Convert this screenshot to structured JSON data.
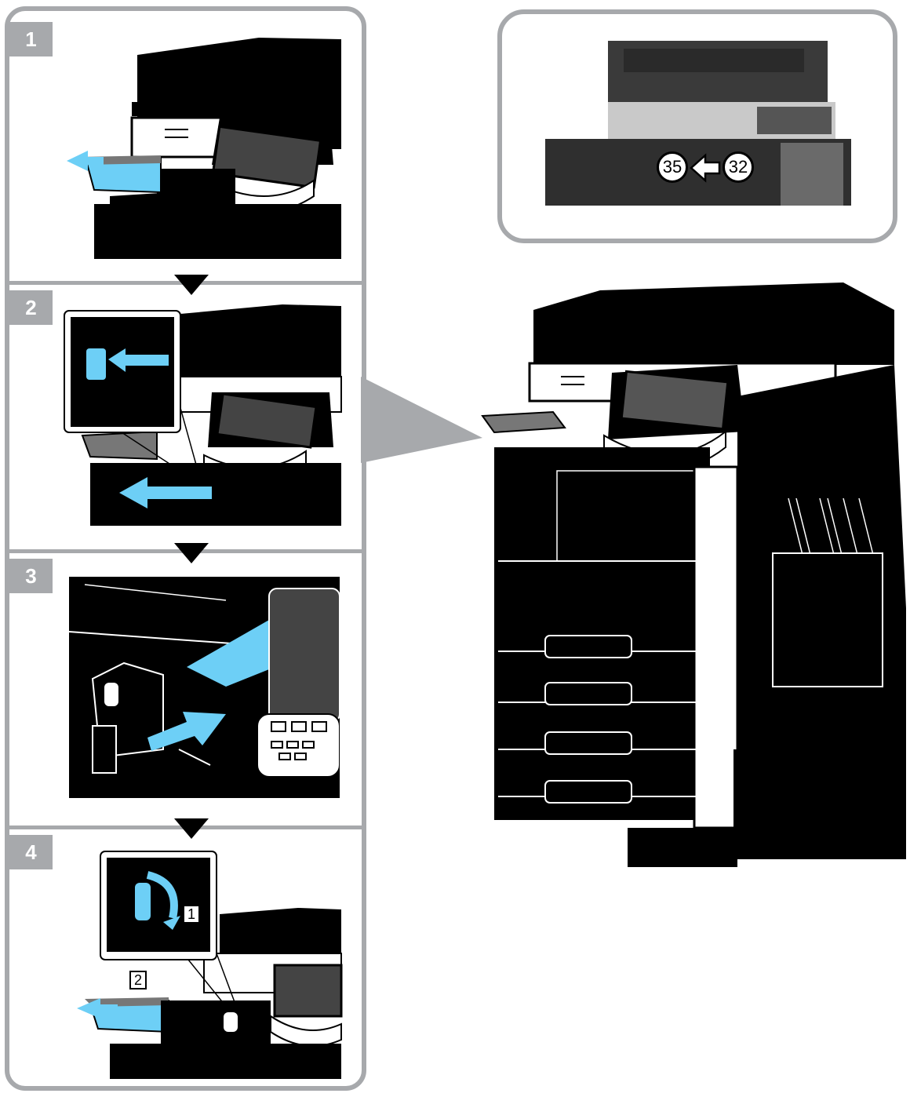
{
  "steps": [
    {
      "number": "1"
    },
    {
      "number": "2"
    },
    {
      "number": "3"
    },
    {
      "number": "4"
    }
  ],
  "reference": {
    "from_page": "35",
    "to_page": "32",
    "arrow_icon": "left-arrow-icon"
  },
  "step4_labels": {
    "label_1": "1",
    "label_2": "2"
  },
  "colors": {
    "frame": "#a7a9ac",
    "accent": "#6dcff6",
    "machine": "#000000"
  }
}
